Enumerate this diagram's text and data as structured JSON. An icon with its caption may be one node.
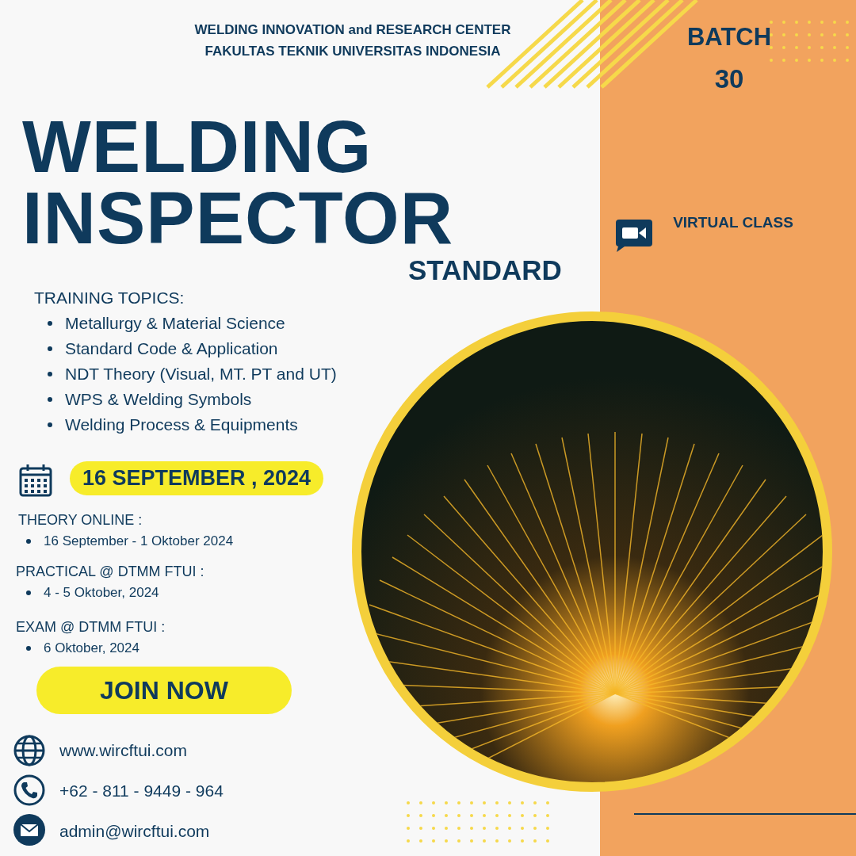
{
  "diagram": {
    "title": "WELDING INSPECTOR",
    "nodes": [
      {
        "text": [
          "16 SEPTEMBER , 2024"
        ]
      },
      {
        "text": [
          "JOIN NOW"
        ]
      },
      {
        "text": [],
        "shape": "picture"
      }
    ],
    "labels": [
      "WELDING INNOVATION and RESEARCH CENTER FAKULTAS TEKNIK UNIVERSITAS INDONESIA",
      "BATCH",
      "30",
      "VIRTUAL CLASS",
      "STANDARD",
      "TRAINING TOPICS:",
      "Metallurgy & Material Science",
      "Standard Code & Application",
      "NDT Theory (Visual, MT. PT and UT)",
      "WPS & Welding Symbols",
      "Welding Process & Equipments",
      "THEORY ONLINE :",
      "16 September - 1 Oktober 2024",
      "PRACTICAL @ DTMM FTUI :",
      "4 - 5 Oktober, 2024",
      "EXAM @ DTMM FTUI :",
      "6 Oktober, 2024",
      "www.wircftui.com",
      "+62 - 811 - 9449 - 964",
      "admin@wircftui.com"
    ]
  }
}
